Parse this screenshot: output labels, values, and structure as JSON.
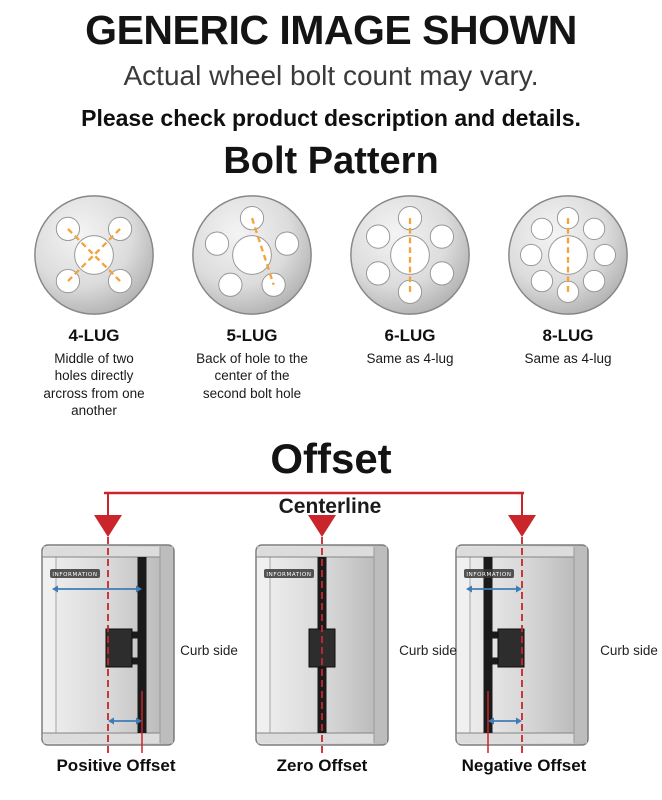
{
  "header": {
    "title": "GENERIC IMAGE SHOWN",
    "subtitle": "Actual wheel bolt count may vary.",
    "note": "Please check product description and details."
  },
  "bolt_pattern": {
    "heading": "Bolt Pattern",
    "items": [
      {
        "label": "4-LUG",
        "lugs": 4,
        "description": "Middle of two holes directly arcross from one another"
      },
      {
        "label": "5-LUG",
        "lugs": 5,
        "description": "Back of hole to the center of the second bolt hole"
      },
      {
        "label": "6-LUG",
        "lugs": 6,
        "description": "Same as 4-lug"
      },
      {
        "label": "8-LUG",
        "lugs": 8,
        "description": "Same as 4-lug"
      }
    ]
  },
  "offset": {
    "heading": "Offset",
    "centerline_label": "Centerline",
    "curb_side_label": "Curb side",
    "watermark": "INFORMATION",
    "items": [
      {
        "label": "Positive Offset",
        "type": "positive"
      },
      {
        "label": "Zero Offset",
        "type": "zero"
      },
      {
        "label": "Negative Offset",
        "type": "negative"
      }
    ]
  },
  "colors": {
    "accent_red": "#c9252b",
    "measure_orange": "#f2a33c",
    "arrow_blue": "#3f7cb6"
  }
}
